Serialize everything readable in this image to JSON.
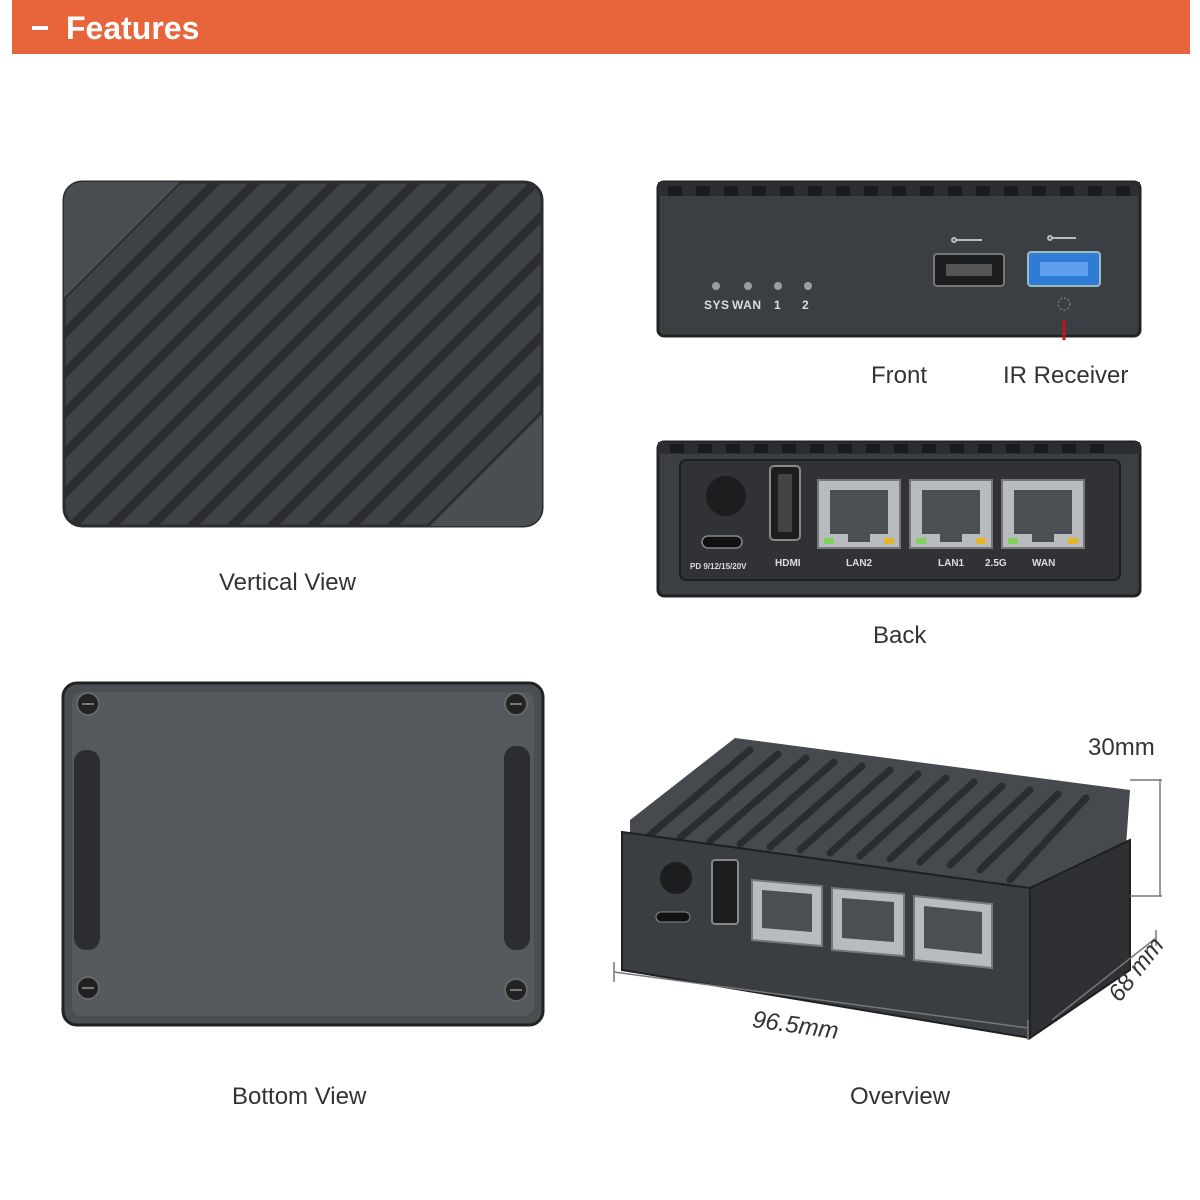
{
  "header": {
    "title": "Features"
  },
  "views": {
    "vertical": {
      "caption": "Vertical View"
    },
    "front": {
      "caption": "Front",
      "ir_label": "IR Receiver",
      "leds": [
        "SYS",
        "WAN",
        "1",
        "2"
      ]
    },
    "back": {
      "caption": "Back",
      "ports": {
        "power": "PD 9/12/15/20V",
        "hdmi": "HDMI",
        "lan2": "LAN2",
        "lan1": "LAN1",
        "speed": "2.5G",
        "wan": "WAN"
      }
    },
    "bottom": {
      "caption": "Bottom View"
    },
    "overview": {
      "caption": "Overview",
      "dimensions": {
        "height": "30mm",
        "width": "96.5mm",
        "depth": "68 mm"
      }
    }
  },
  "colors": {
    "banner": "#e8643b",
    "device": "#3f4246",
    "usb3_blue": "#2f7bd6"
  }
}
